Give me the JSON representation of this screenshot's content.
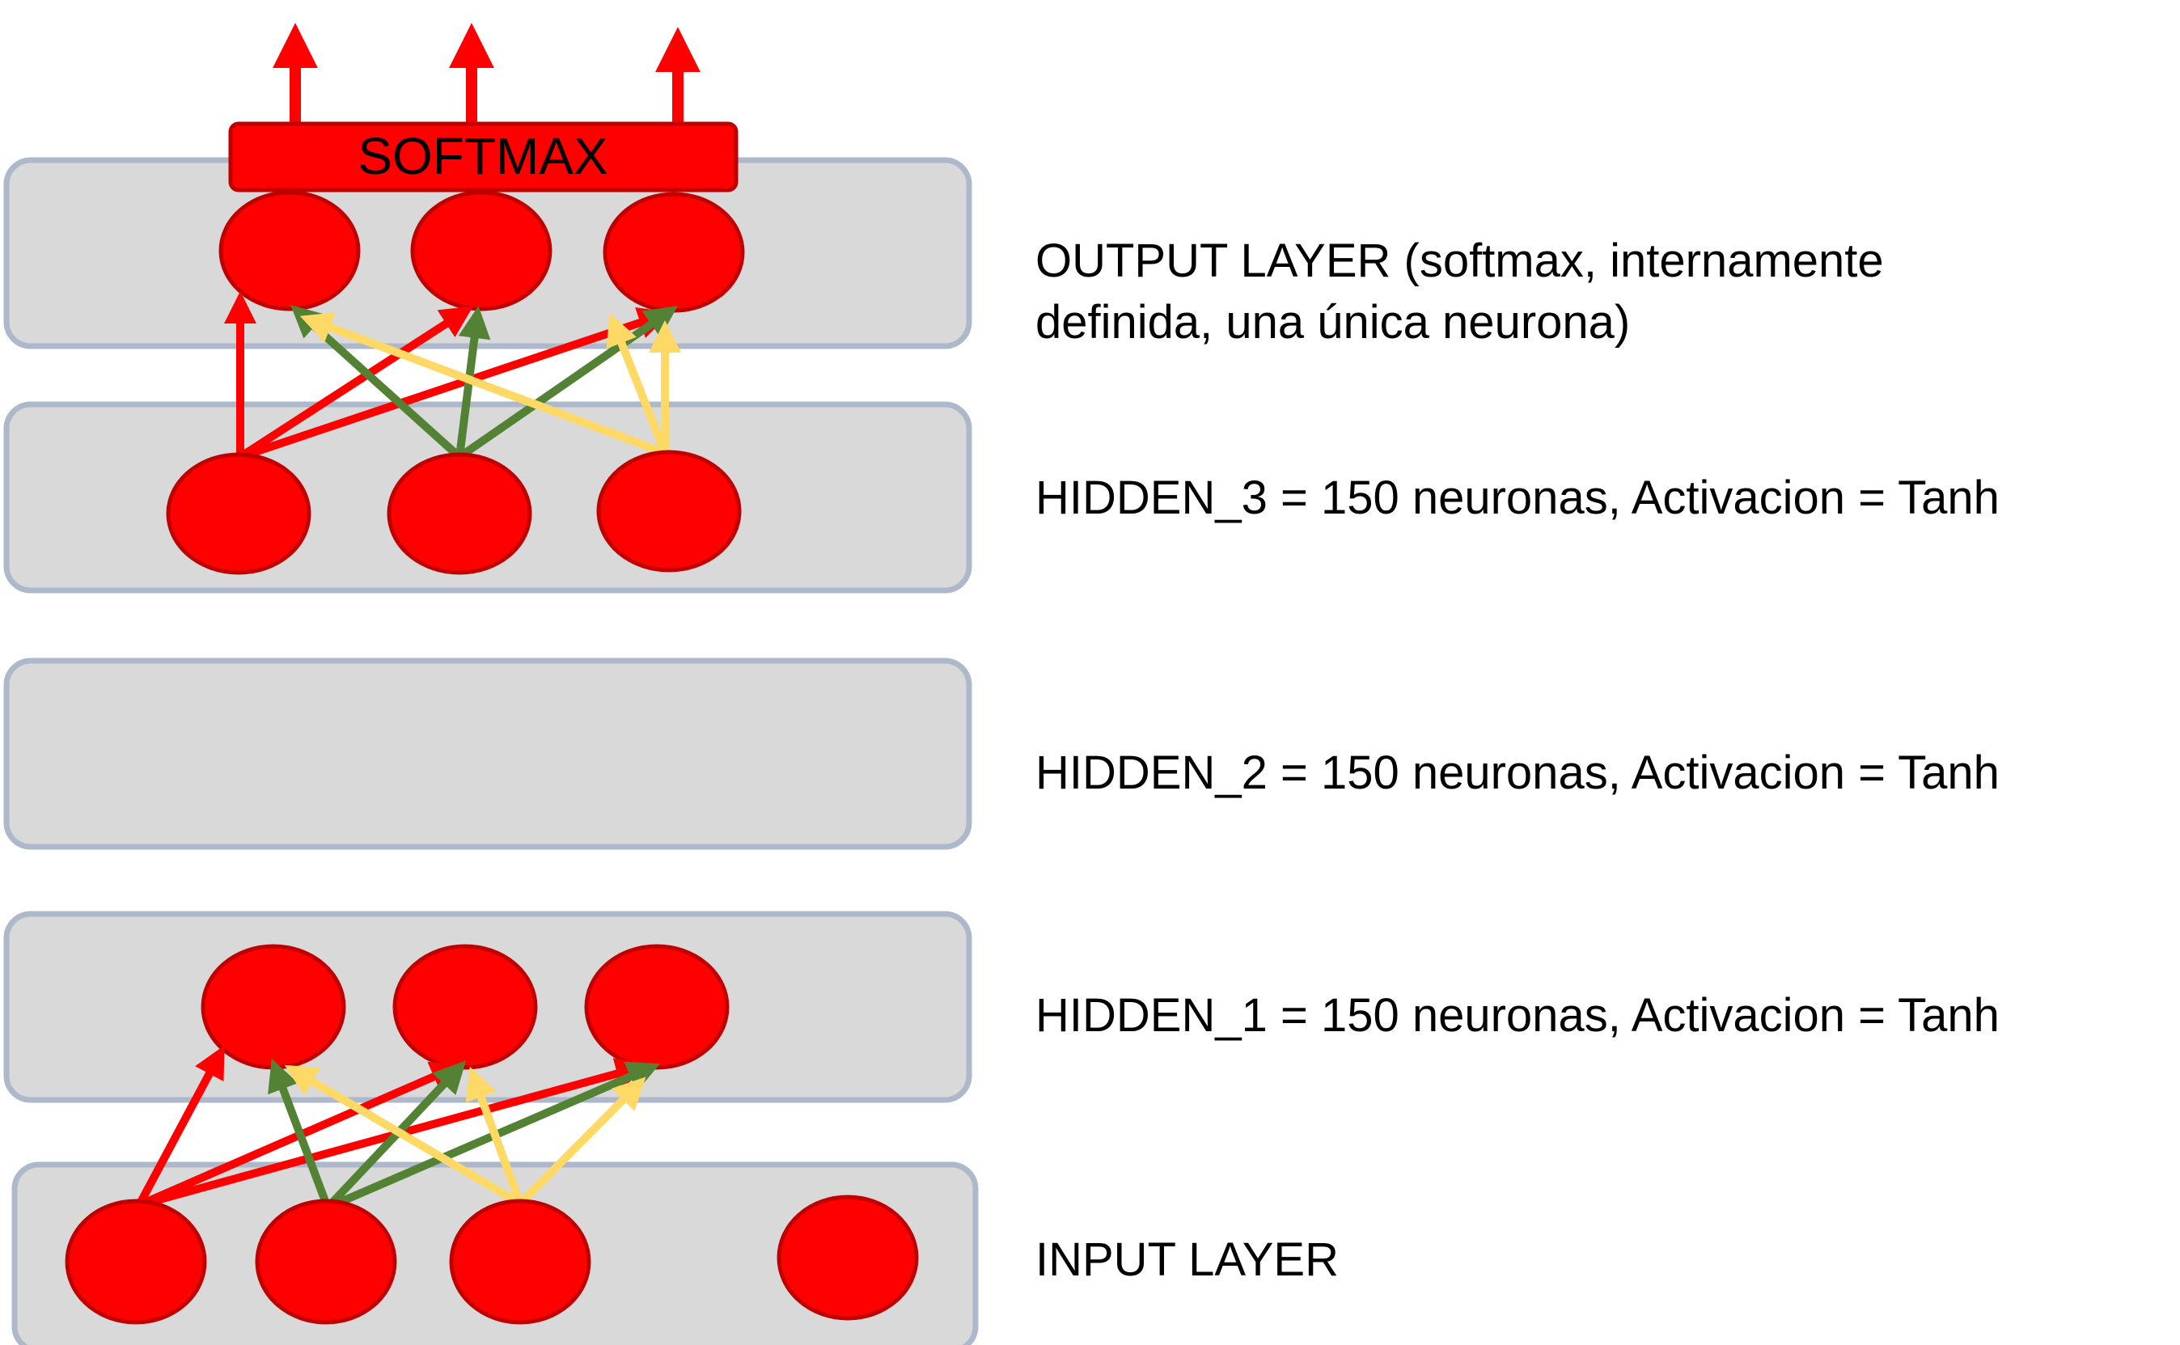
{
  "softmax": {
    "label": "SOFTMAX"
  },
  "layers": {
    "output": {
      "label_line1": "OUTPUT LAYER (softmax, internamente",
      "label_line2": "definida, una única neurona)"
    },
    "hidden_3": {
      "label": "HIDDEN_3 = 150 neuronas, Activacion = Tanh"
    },
    "hidden_2": {
      "label": "HIDDEN_2 = 150 neuronas, Activacion = Tanh"
    },
    "hidden_1": {
      "label": "HIDDEN_1 = 150 neuronas, Activacion = Tanh"
    },
    "input": {
      "label": "INPUT LAYER"
    }
  },
  "colors": {
    "neuron_fill": "#ff0000",
    "neuron_stroke": "#c00000",
    "layer_fill": "#d9d9d9",
    "layer_stroke": "#adb9ca",
    "arrow_red": "#ff0000",
    "arrow_green": "#548235",
    "arrow_yellow": "#ffd966"
  }
}
